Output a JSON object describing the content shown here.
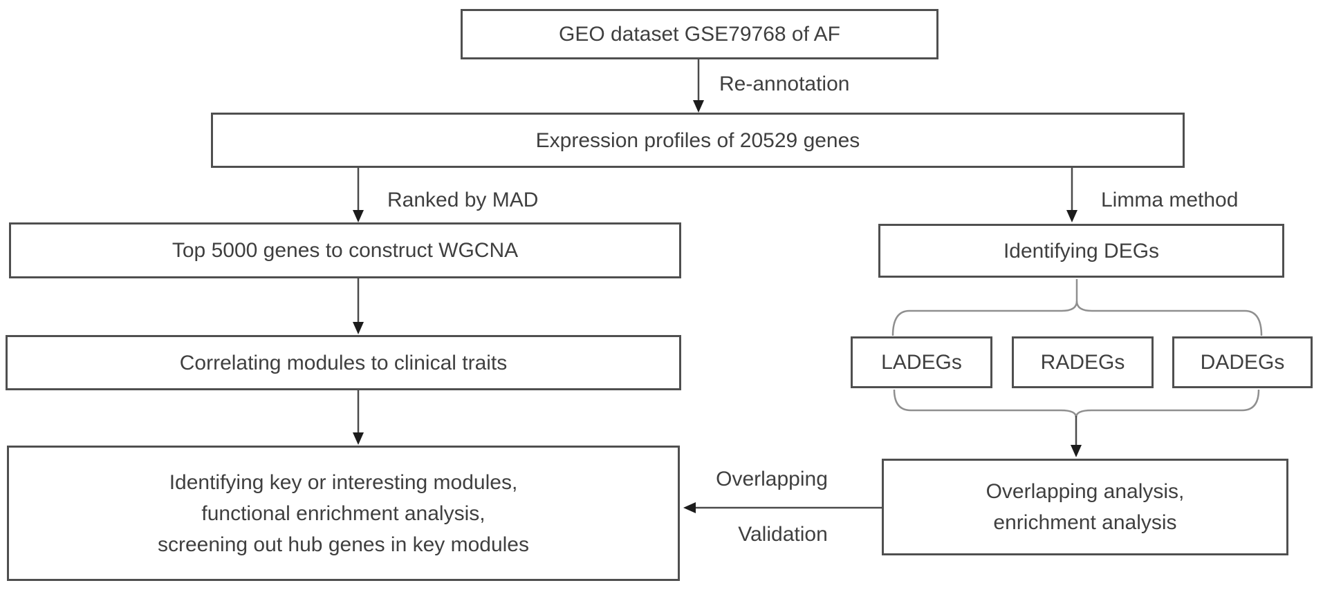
{
  "flowchart": {
    "nodes": {
      "geo_dataset": "GEO dataset GSE79768 of AF",
      "expression_profiles": "Expression profiles of 20529 genes",
      "top5000_wgcna": "Top 5000 genes to construct WGCNA",
      "correlating_modules": "Correlating modules to clinical traits",
      "key_modules": "Identifying key or interesting modules,\nfunctional enrichment analysis,\nscreening out hub genes in key modules",
      "identifying_degs": "Identifying DEGs",
      "ladegs": "LADEGs",
      "radegs": "RADEGs",
      "dadegs": "DADEGs",
      "overlapping_analysis": "Overlapping analysis,\nenrichment analysis"
    },
    "edge_labels": {
      "re_annotation": "Re-annotation",
      "ranked_by_mad": "Ranked by MAD",
      "limma_method": "Limma method",
      "overlapping": "Overlapping",
      "validation": "Validation"
    },
    "colors": {
      "background": "#ffffff",
      "box_fill": "#ffffff",
      "box_border": "#4f4f4f",
      "connector_line": "#4a4a4a",
      "bracket": "#8f8f8f",
      "arrowhead": "#1c1c1c",
      "text": "#3f3f3f"
    }
  }
}
